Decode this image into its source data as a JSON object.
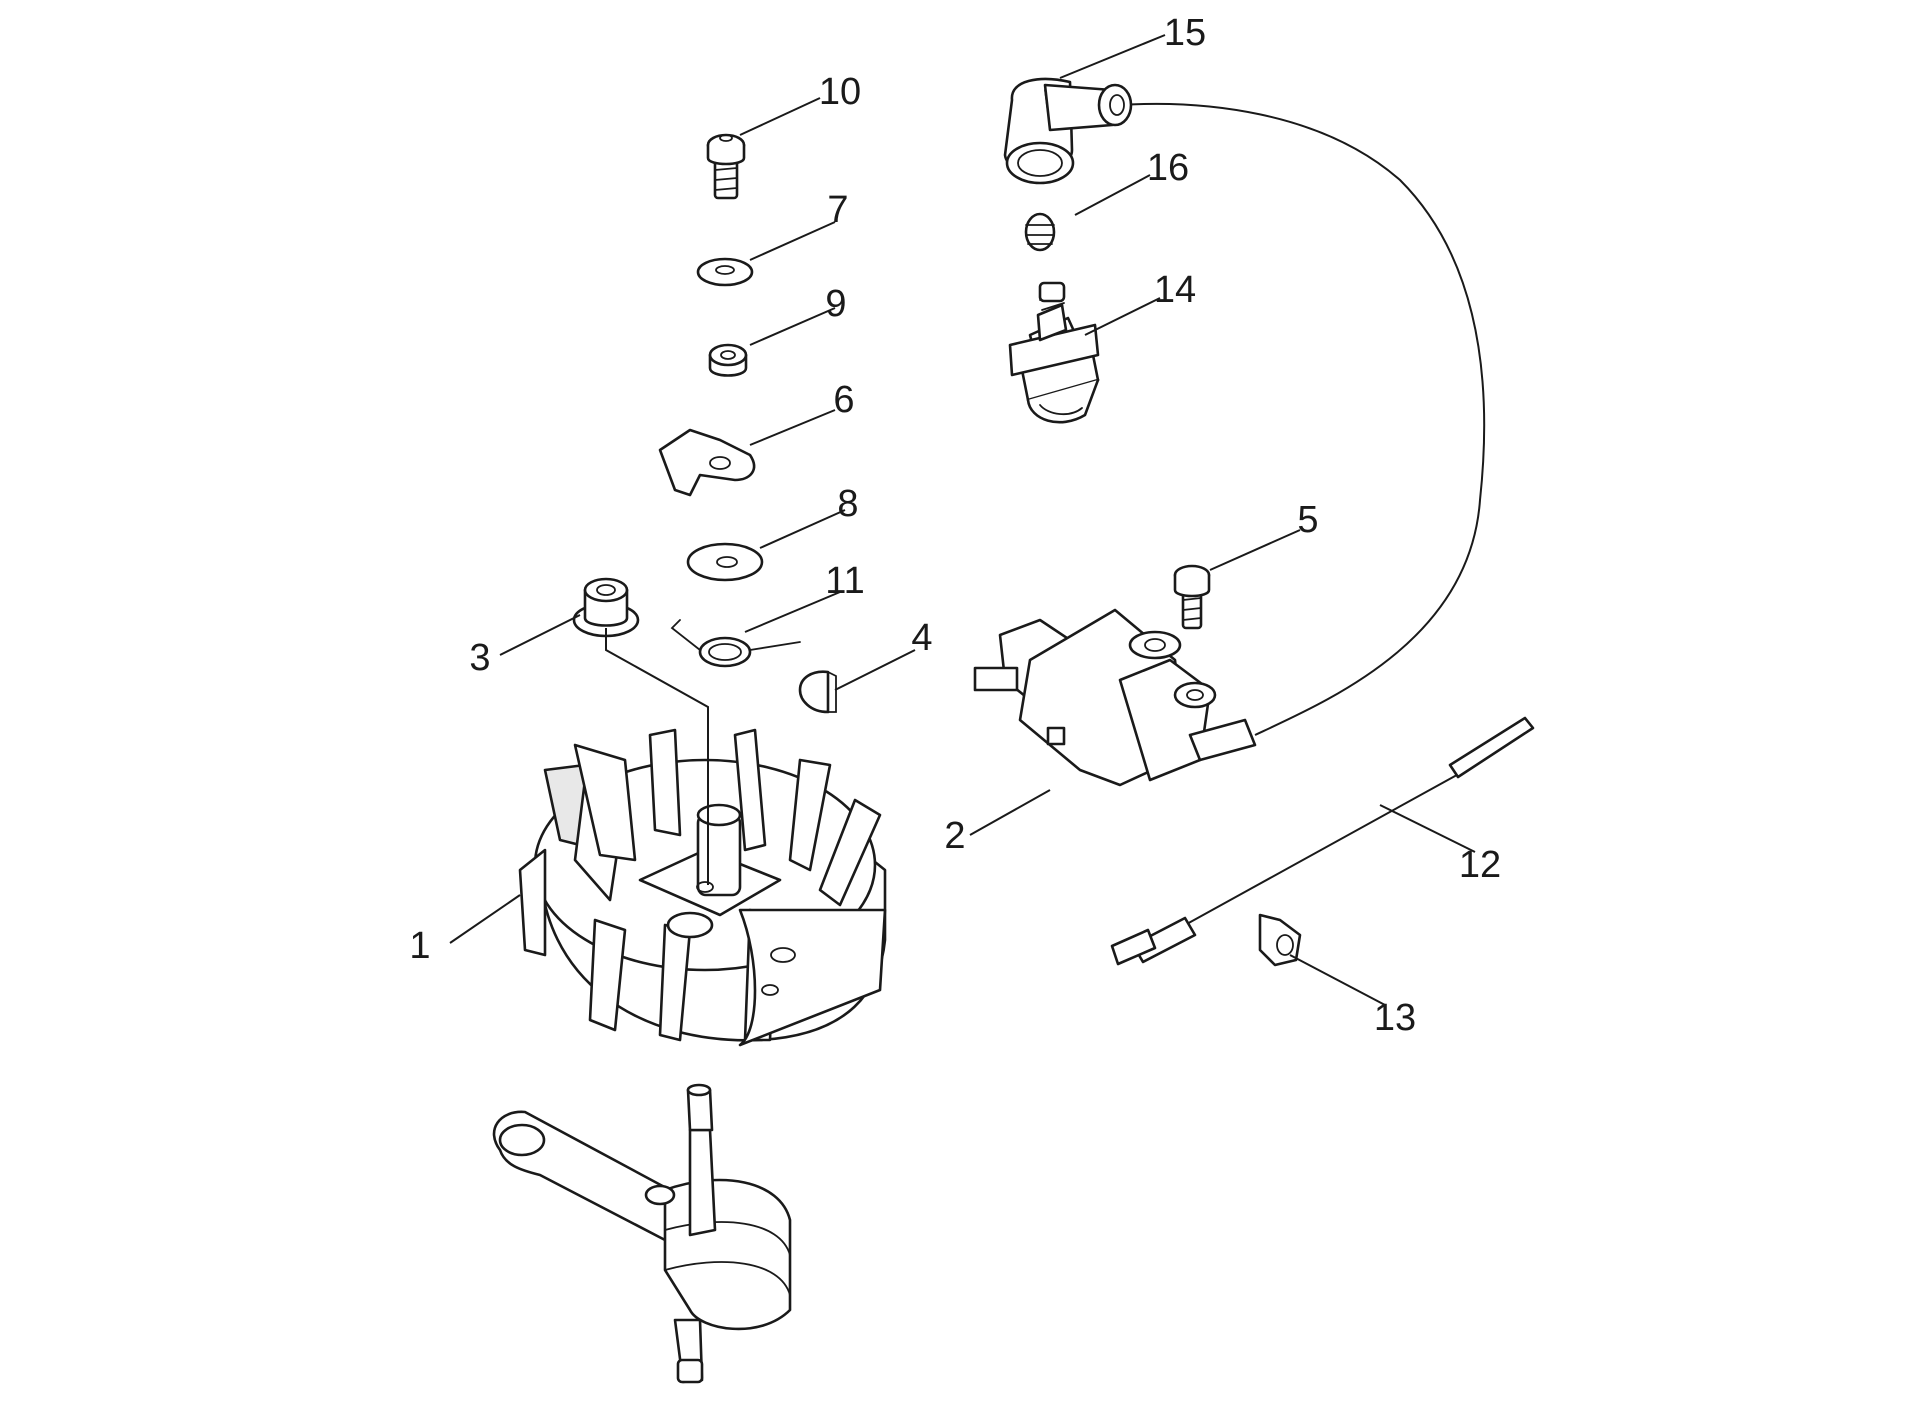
{
  "callouts": [
    {
      "id": "1",
      "label": "1"
    },
    {
      "id": "2",
      "label": "2"
    },
    {
      "id": "3",
      "label": "3"
    },
    {
      "id": "4",
      "label": "4"
    },
    {
      "id": "5",
      "label": "5"
    },
    {
      "id": "6",
      "label": "6"
    },
    {
      "id": "7",
      "label": "7"
    },
    {
      "id": "8",
      "label": "8"
    },
    {
      "id": "9",
      "label": "9"
    },
    {
      "id": "10",
      "label": "10"
    },
    {
      "id": "11",
      "label": "11"
    },
    {
      "id": "12",
      "label": "12"
    },
    {
      "id": "13",
      "label": "13"
    },
    {
      "id": "14",
      "label": "14"
    },
    {
      "id": "15",
      "label": "15"
    },
    {
      "id": "16",
      "label": "16"
    }
  ],
  "colors": {
    "line": "#1a1a1a",
    "background": "#ffffff",
    "shade": "#e8e8e8"
  }
}
